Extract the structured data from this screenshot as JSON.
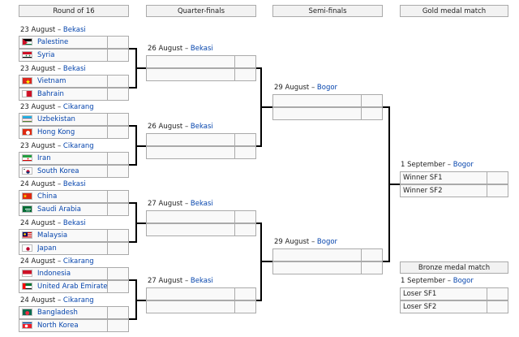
{
  "rounds": [
    "Round of 16",
    "Quarter-finals",
    "Semi-finals",
    "Gold medal match"
  ],
  "bronze_header": "Bronze medal match",
  "round_of_16": [
    {
      "date": "23 August –",
      "venue": "Bekasi",
      "teams": [
        {
          "name": "Palestine",
          "flag": "palestine-flag"
        },
        {
          "name": "Syria",
          "flag": "syria-flag"
        }
      ]
    },
    {
      "date": "23 August –",
      "venue": "Bekasi",
      "teams": [
        {
          "name": "Vietnam",
          "flag": "vietnam-flag"
        },
        {
          "name": "Bahrain",
          "flag": "bahrain-flag"
        }
      ]
    },
    {
      "date": "23 August –",
      "venue": "Cikarang",
      "teams": [
        {
          "name": "Uzbekistan",
          "flag": "uzbekistan-flag"
        },
        {
          "name": "Hong Kong",
          "flag": "hong-kong-flag"
        }
      ]
    },
    {
      "date": "23 August –",
      "venue": "Cikarang",
      "teams": [
        {
          "name": "Iran",
          "flag": "iran-flag"
        },
        {
          "name": "South Korea",
          "flag": "south-korea-flag"
        }
      ]
    },
    {
      "date": "24 August –",
      "venue": "Bekasi",
      "teams": [
        {
          "name": "China",
          "flag": "china-flag"
        },
        {
          "name": "Saudi Arabia",
          "flag": "saudi-arabia-flag"
        }
      ]
    },
    {
      "date": "24 August –",
      "venue": "Bekasi",
      "teams": [
        {
          "name": "Malaysia",
          "flag": "malaysia-flag"
        },
        {
          "name": "Japan",
          "flag": "japan-flag"
        }
      ]
    },
    {
      "date": "24 August –",
      "venue": "Cikarang",
      "teams": [
        {
          "name": "Indonesia",
          "flag": "indonesia-flag"
        },
        {
          "name": "United Arab Emirates",
          "flag": "uae-flag"
        }
      ]
    },
    {
      "date": "24 August –",
      "venue": "Cikarang",
      "teams": [
        {
          "name": "Bangladesh",
          "flag": "bangladesh-flag"
        },
        {
          "name": "North Korea",
          "flag": "north-korea-flag"
        }
      ]
    }
  ],
  "quarter_finals": [
    {
      "date": "26 August –",
      "venue": "Bekasi"
    },
    {
      "date": "26 August –",
      "venue": "Bekasi"
    },
    {
      "date": "27 August –",
      "venue": "Bekasi"
    },
    {
      "date": "27 August –",
      "venue": "Bekasi"
    }
  ],
  "semi_finals": [
    {
      "date": "29 August –",
      "venue": "Bogor"
    },
    {
      "date": "29 August –",
      "venue": "Bogor"
    }
  ],
  "gold": {
    "date": "1 September –",
    "venue": "Bogor",
    "teams": [
      "Winner SF1",
      "Winner SF2"
    ]
  },
  "bronze": {
    "date": "1 September –",
    "venue": "Bogor",
    "teams": [
      "Loser SF1",
      "Loser SF2"
    ]
  }
}
